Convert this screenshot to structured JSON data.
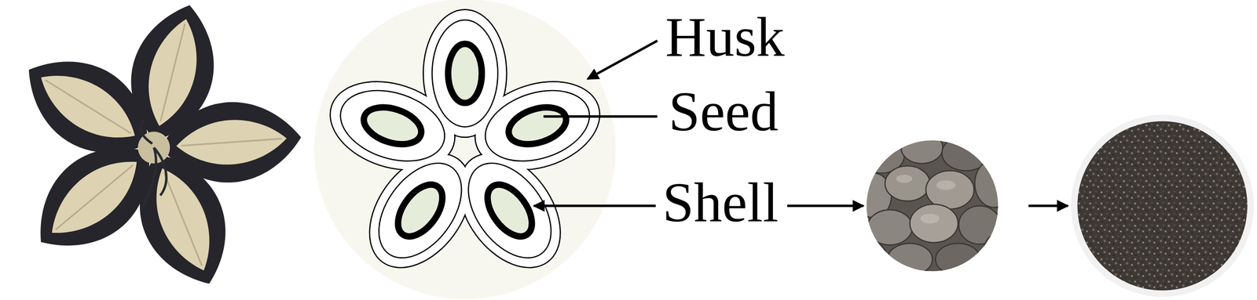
{
  "diagram": {
    "labels": [
      "Husk",
      "Seed",
      "Shell"
    ]
  }
}
